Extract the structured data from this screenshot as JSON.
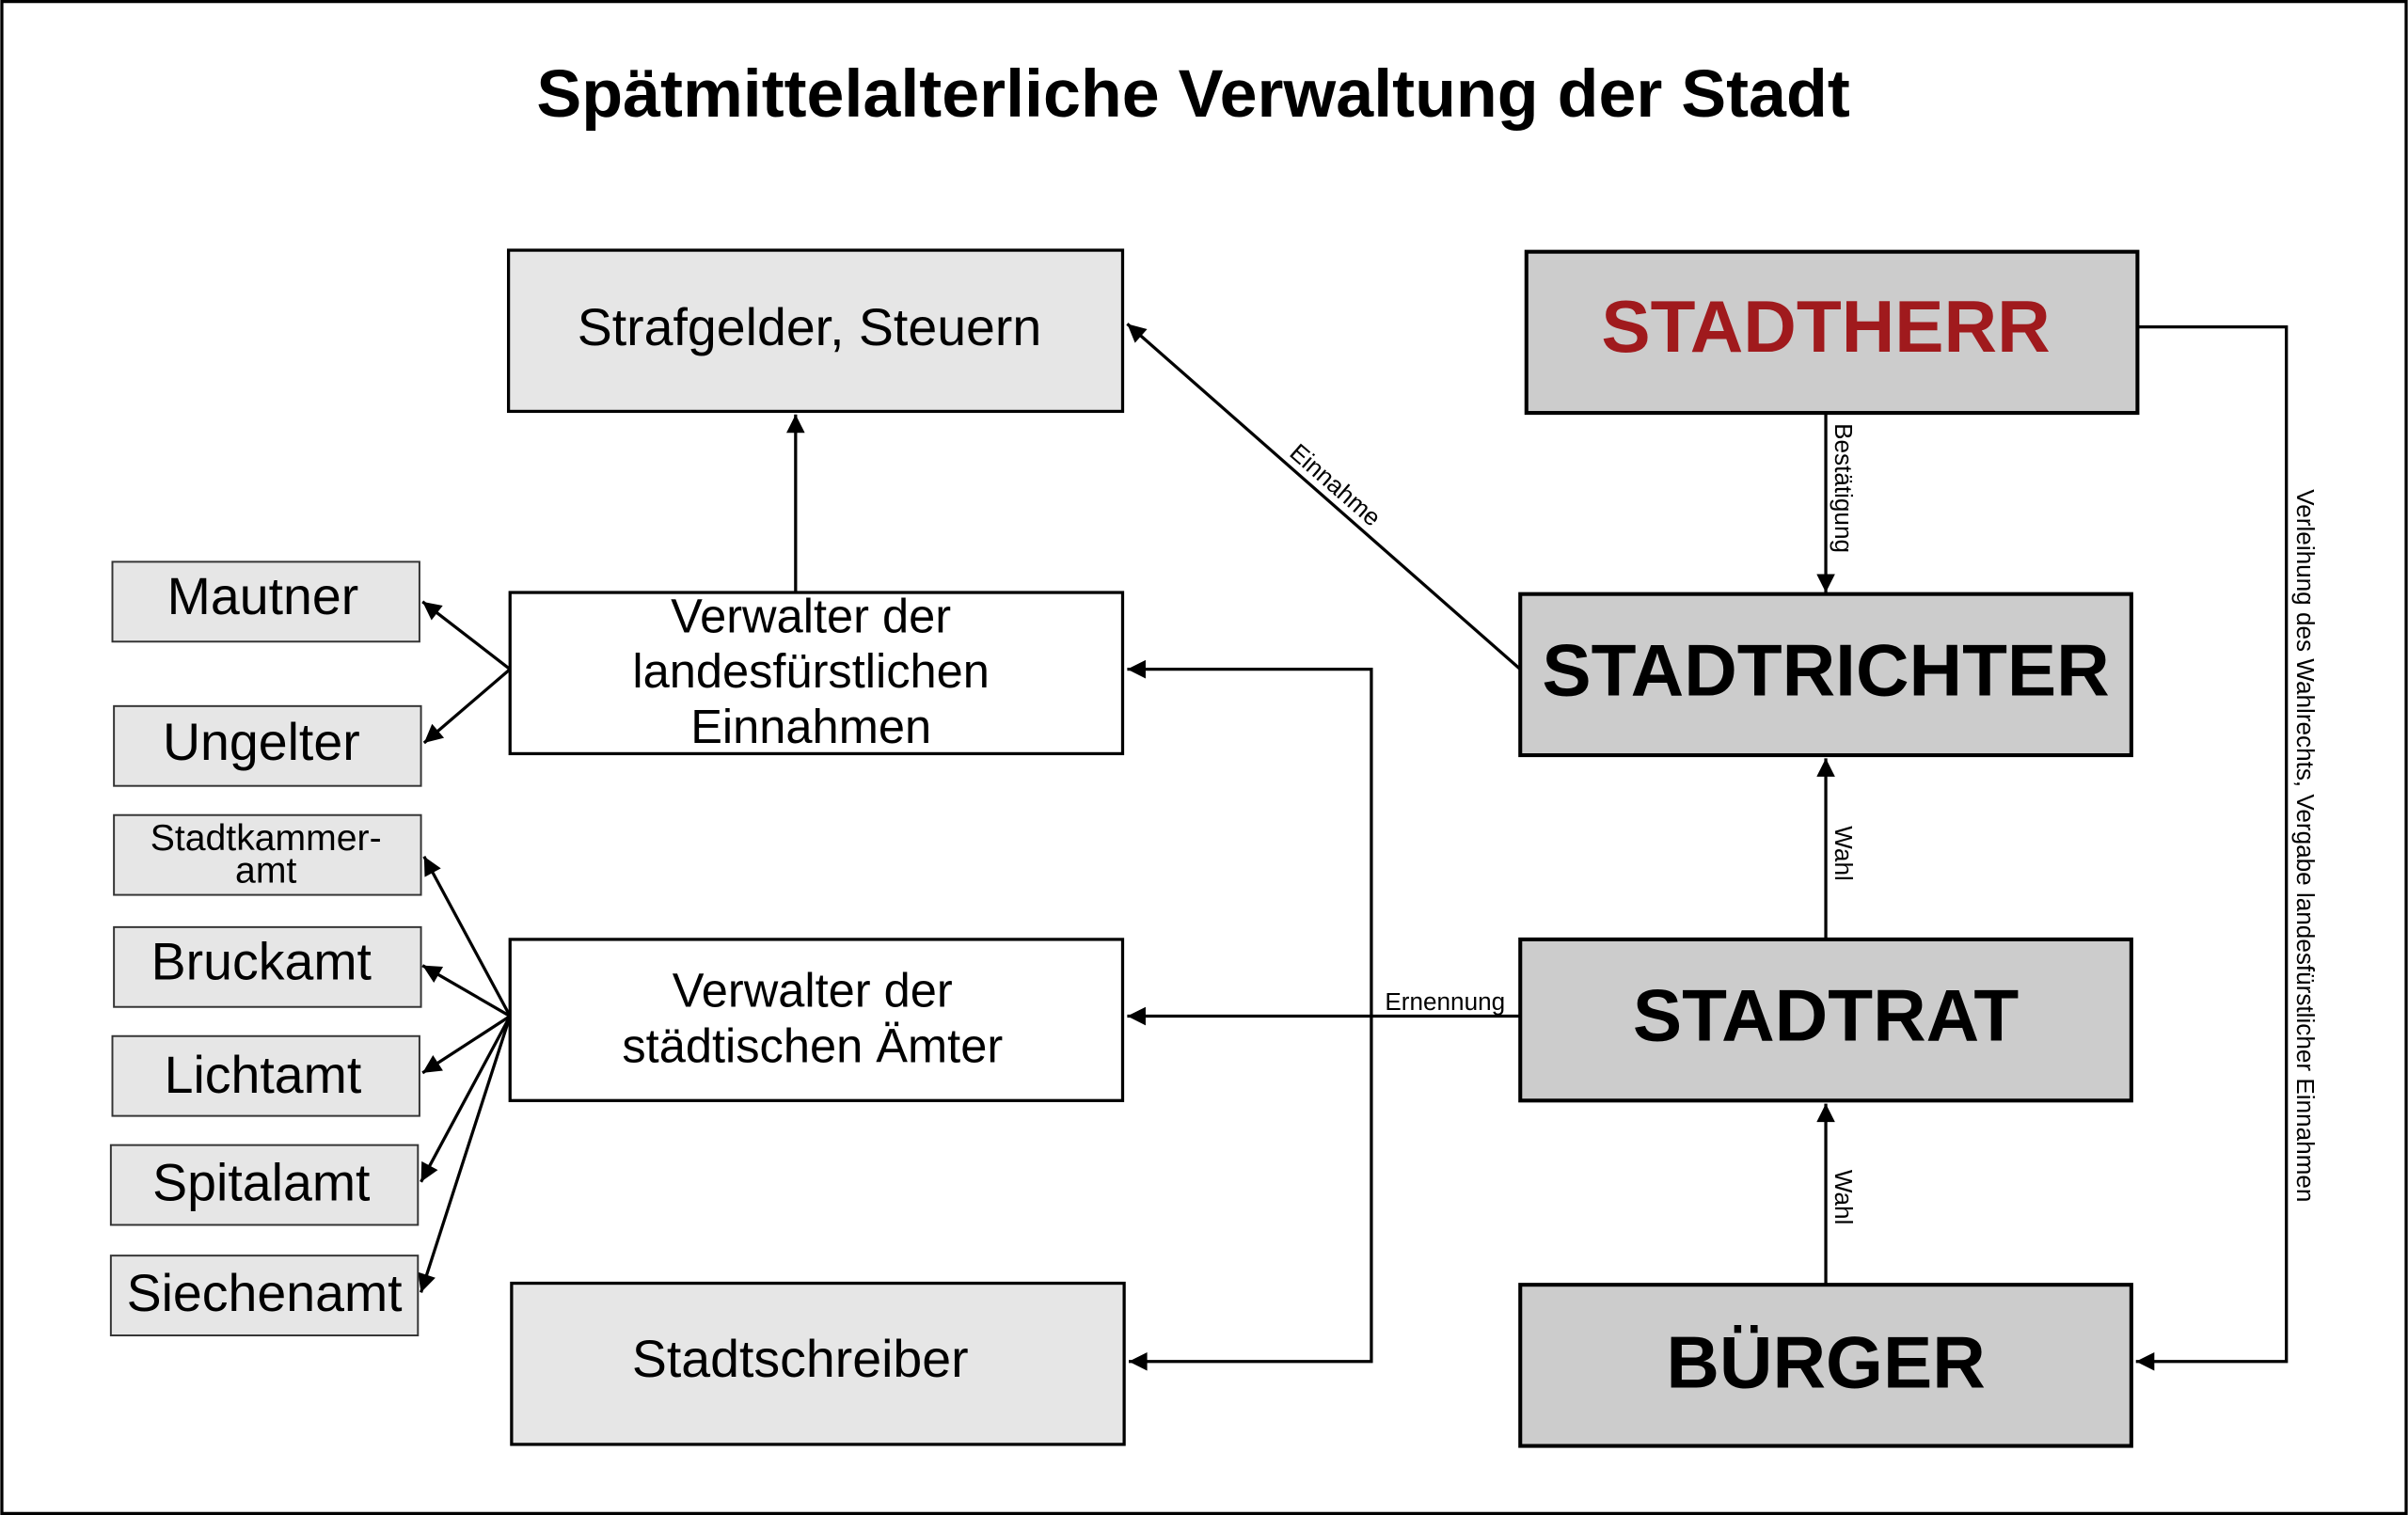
{
  "title": "Spätmittelalterliche Verwaltung der Stadt",
  "colors": {
    "stadtherr_text": "#a01a1d",
    "dark_box": "#cccccc",
    "light_box": "#e6e6e6"
  },
  "nodes": {
    "strafgelder": "Strafgelder, Steuern",
    "stadtherr": "STADTHERR",
    "verwalter_landes": [
      "Verwalter der",
      "landesfürstlichen",
      "Einnahmen"
    ],
    "stadtrichter": "STADTRICHTER",
    "verwalter_staedt": [
      "Verwalter der",
      "städtischen Ämter"
    ],
    "stadtrat": "STADTRAT",
    "stadtschreiber": "Stadtschreiber",
    "buerger": "BÜRGER",
    "mautner": "Mautner",
    "ungelter": "Ungelter",
    "stadtkammeramt": [
      "Stadtkammer-",
      "amt"
    ],
    "bruckamt": "Bruckamt",
    "lichtamt": "Lichtamt",
    "spitalamt": "Spitalamt",
    "siechenamt": "Siechenamt"
  },
  "edges": {
    "einnahme": "Einnahme",
    "bestaetigung": "Bestätigung",
    "wahl_rat": "Wahl",
    "wahl_buerger": "Wahl",
    "ernennung": "Ernennung",
    "verleihung": "Verleihung des Wahlrechts, Vergabe landesfürstlicher Einnahmen"
  }
}
